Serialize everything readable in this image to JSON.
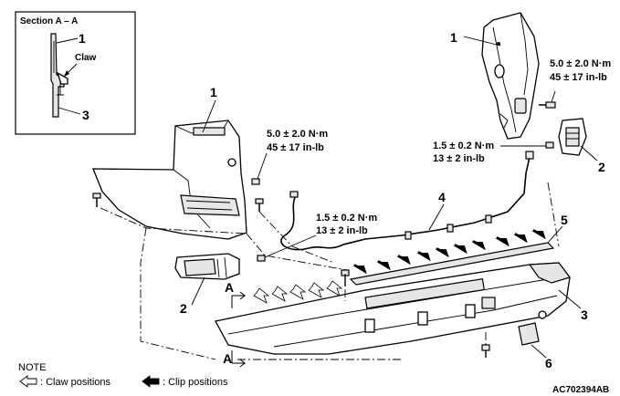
{
  "section_box": {
    "title": "Section A – A",
    "label_1": "1",
    "claw": "Claw",
    "label_3": "3"
  },
  "labels": {
    "n1_top_right": "1",
    "n1_left": "1",
    "n2_right": "2",
    "n2_left": "2",
    "n3": "3",
    "n4": "4",
    "n5": "5",
    "n6": "6",
    "a_top": "A",
    "a_bottom": "A"
  },
  "torques": {
    "t1_line1": "5.0 ± 2.0 N·m",
    "t1_line2": "45 ± 17 in-lb",
    "t2_line1": "1.5 ± 0.2 N·m",
    "t2_line2": "13 ± 2 in-lb",
    "t3_line1": "5.0 ± 2.0 N·m",
    "t3_line2": "45 ± 17 in-lb",
    "t4_line1": "1.5 ± 0.2 N·m",
    "t4_line2": "13 ± 2 in-lb"
  },
  "note": {
    "title": "NOTE",
    "claw_positions": ": Claw positions",
    "clip_positions": ": Clip positions"
  },
  "figure_code": "AC702394AB"
}
